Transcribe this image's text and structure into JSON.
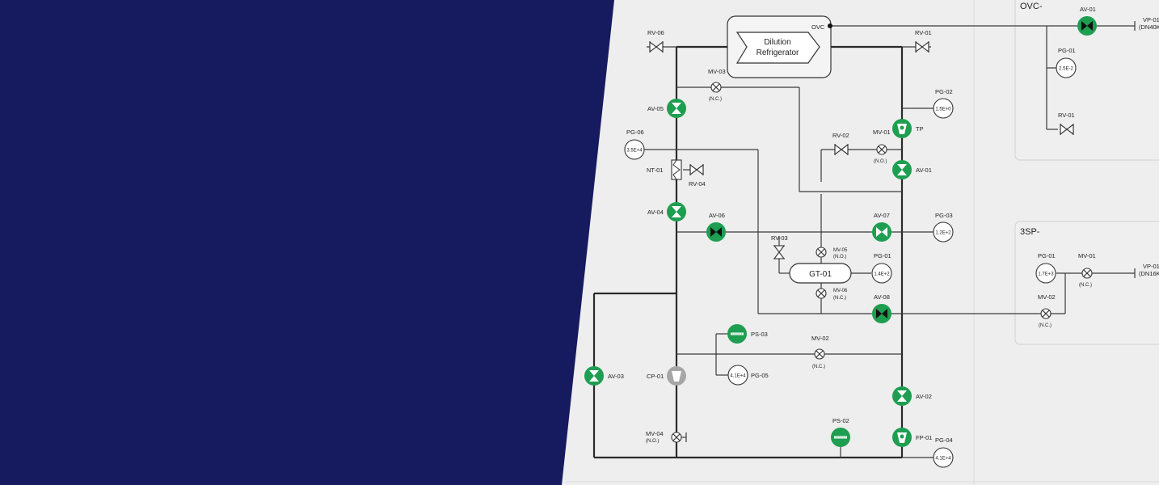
{
  "colors": {
    "navy": "#161a5e",
    "green": "#1e9e50",
    "bg": "#eeeeee"
  },
  "gauge_values": {
    "PG-06": "3.5E+4",
    "PG-02": "1.5E+0",
    "PG-03": "1.2E+2",
    "PG-01": "1.4E+2",
    "PG-05": "4.1E+4",
    "PG-04": "4.1E+4",
    "OVC-PG-01": "2.5E-2",
    "3SP-PG-01": "1.7E+3"
  },
  "refrigerator": {
    "line1": "Dilution",
    "line2": "Refrigerator"
  },
  "ovc_port": "OVC",
  "gt01": "GT-01",
  "tp": "TP",
  "labels": {
    "RV-06": "RV-06",
    "RV-01": "RV-01",
    "RV-02": "RV-02",
    "RV-03": "RV-03",
    "RV-04": "RV-04",
    "MV-03": "MV-03",
    "MV-01": "MV-01",
    "MV-02": "MV-02",
    "MV-04": "MV-04",
    "MV-05": "MV-05",
    "MV-06": "MV-06",
    "AV-01": "AV-01",
    "AV-02": "AV-02",
    "AV-03": "AV-03",
    "AV-04": "AV-04",
    "AV-05": "AV-05",
    "AV-06": "AV-06",
    "AV-07": "AV-07",
    "AV-08": "AV-08",
    "PG-01": "PG-01",
    "PG-02": "PG-02",
    "PG-03": "PG-03",
    "PG-04": "PG-04",
    "PG-05": "PG-05",
    "PG-06": "PG-06",
    "PS-02": "PS-02",
    "PS-03": "PS-03",
    "NT-01": "NT-01",
    "CP-01": "CP-01",
    "FP-01": "FP-01"
  },
  "states": {
    "nc": "(N.C.)",
    "no": "(N.O.)"
  },
  "ovc_panel": {
    "title": "OVC-",
    "av": "AV-01",
    "pg": "PG-01",
    "rv": "RV-01",
    "vp": "VP-01",
    "vp_sub": "(DN40K"
  },
  "sp3_panel": {
    "title": "3SP-",
    "pg": "PG-01",
    "mv1": "MV-01",
    "mv2": "MV-02",
    "vp": "VP-01",
    "vp_sub": "(DN16K",
    "nc": "(N.C.)"
  }
}
